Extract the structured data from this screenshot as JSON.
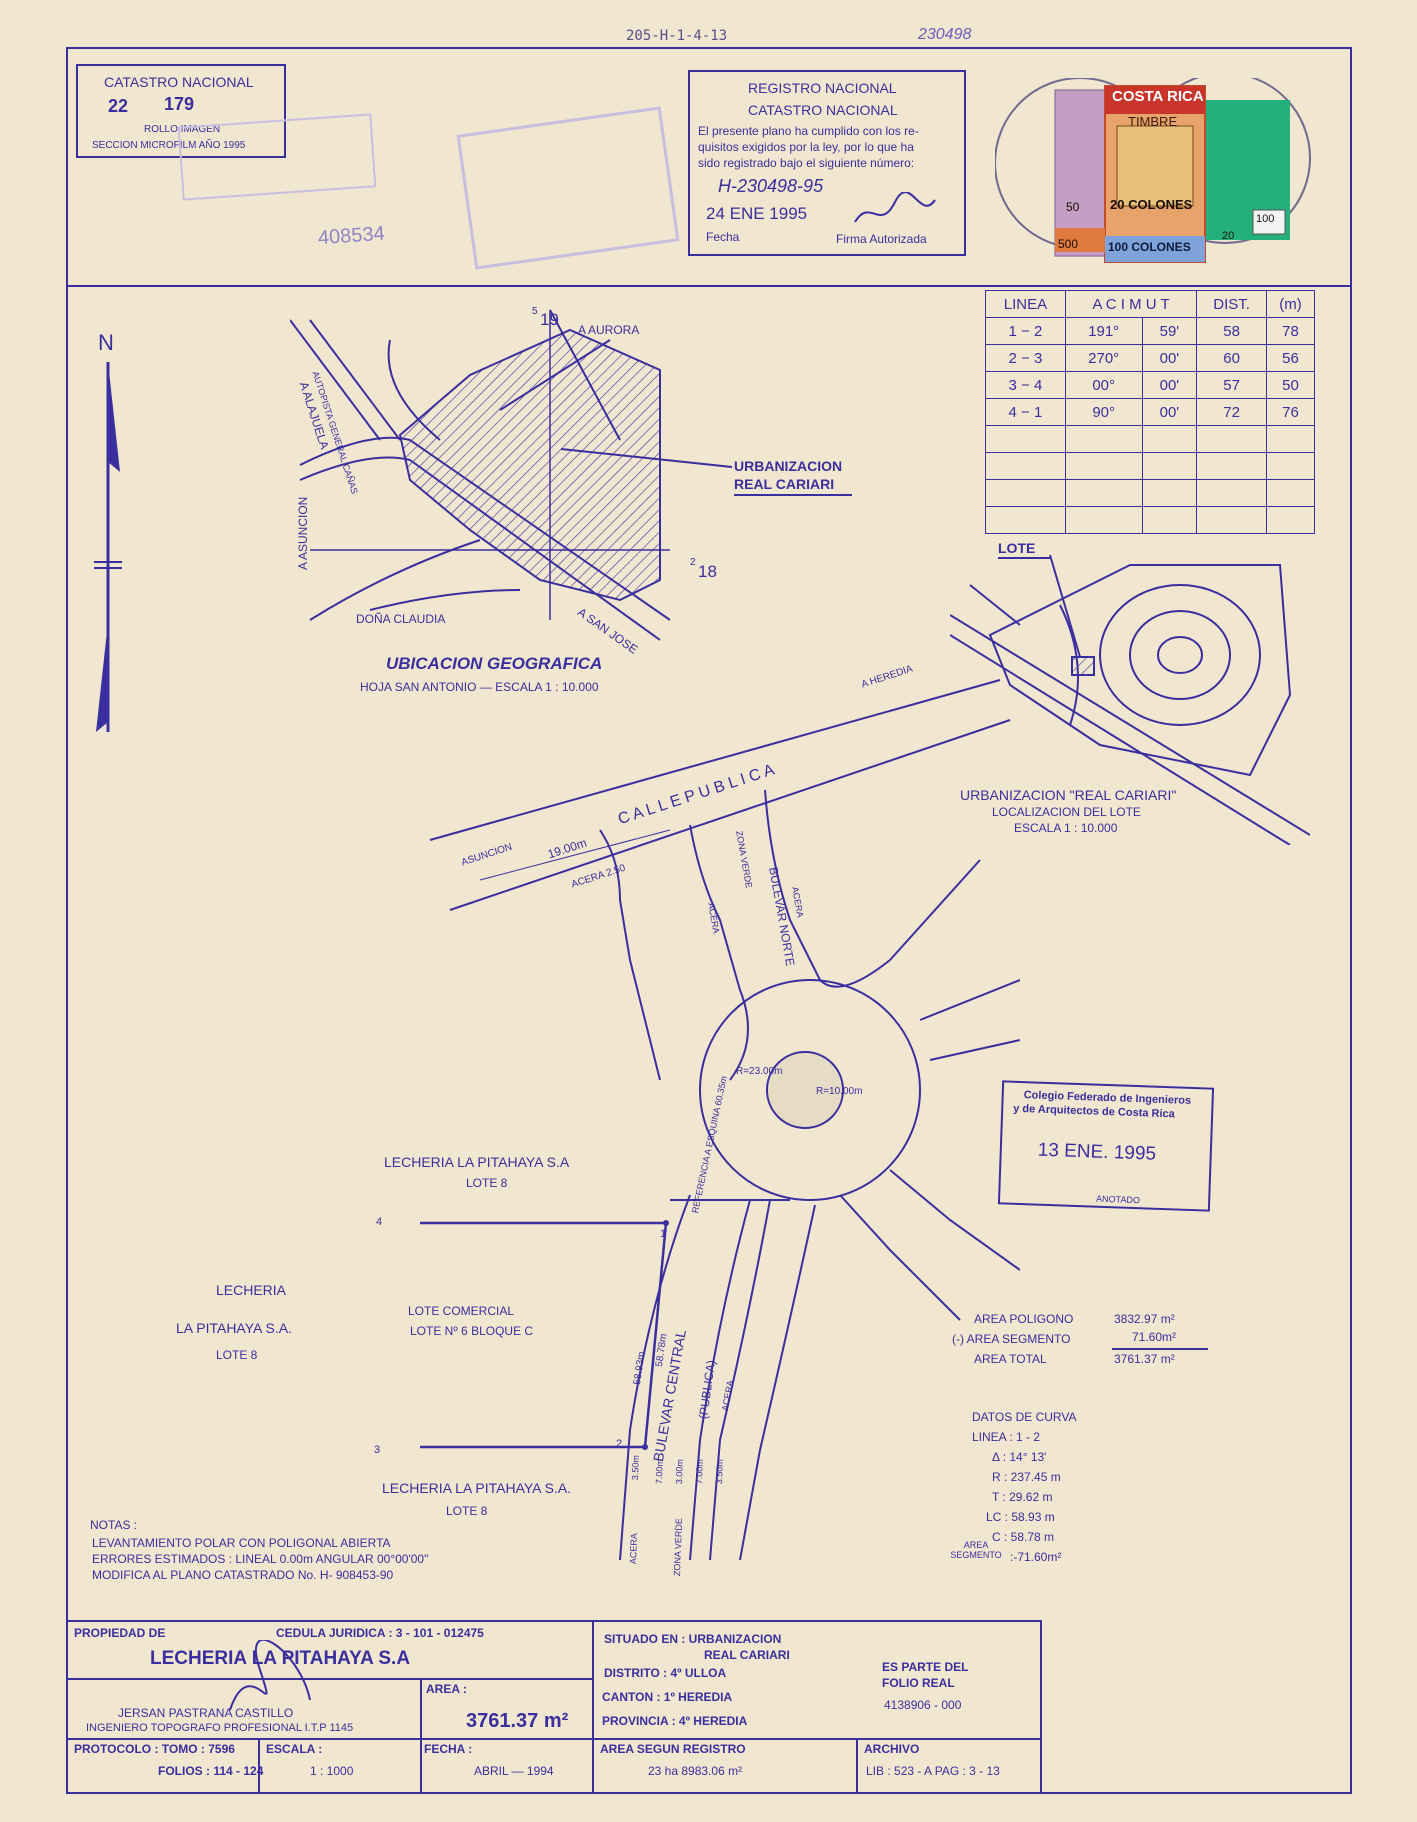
{
  "header": {
    "file_code": "205-H-1-4-13",
    "handwritten_number": "230498"
  },
  "catastro_box": {
    "title": "CATASTRO NACIONAL",
    "roll": "22",
    "image": "179",
    "line1": "ROLLO IMAGEN",
    "line2": "SECCION MICROFILM AÑO 1995"
  },
  "registro_stamp": {
    "title1": "REGISTRO NACIONAL",
    "title2": "CATASTRO NACIONAL",
    "body1": "El presente plano ha cumplido con los re-",
    "body2": "quisitos exigidos por la ley, por lo que ha",
    "body3": "sido registrado bajo el siguiente número:",
    "number": "H-230498-95",
    "date": "24 ENE 1995",
    "fecha_label": "Fecha",
    "firma_label": "Firma Autorizada"
  },
  "faded_stamp_number": "408534",
  "stamps": {
    "costa_rica": "COSTA RICA",
    "timbre": "TIMBRE",
    "colones20": "20 COLONES",
    "colones100": "100 COLONES",
    "value50": "50",
    "value500": "500",
    "value100": "100",
    "value20": "20"
  },
  "azimuth_table": {
    "headers": [
      "LINEA",
      "A C I M U T",
      "DIST.",
      "(m)"
    ],
    "rows": [
      [
        "1 − 2",
        "191°",
        "59'",
        "58",
        "78"
      ],
      [
        "2 − 3",
        "270°",
        "00'",
        "60",
        "56"
      ],
      [
        "3 − 4",
        "00°",
        "00'",
        "57",
        "50"
      ],
      [
        "4 − 1",
        "90°",
        "00'",
        "72",
        "76"
      ]
    ]
  },
  "north_label": "N",
  "location_map": {
    "label_alajuela": "A ALAJUELA",
    "label_autopista": "AUTOPISTA GENERAL CAÑAS",
    "label_aurora": "A AURORA",
    "label_asuncion": "A ASUNCION",
    "label_dona_claudia": "DOÑA CLAUDIA",
    "label_san_jose": "A SAN JOSE",
    "coord_top": "19",
    "coord_top_prefix": "5",
    "coord_right": "18",
    "coord_right_prefix": "2",
    "urbanizacion1": "URBANIZACION",
    "urbanizacion2": "REAL CARIARI",
    "title": "UBICACION GEOGRAFICA",
    "subtitle": "HOJA SAN ANTONIO    —    ESCALA 1 : 10.000"
  },
  "lot_location": {
    "lote_label": "LOTE",
    "title1": "URBANIZACION  \"REAL CARIARI\"",
    "title2": "LOCALIZACION  DEL  LOTE",
    "title3": "ESCALA 1 : 10.000"
  },
  "plan": {
    "a_heredia": "A HEREDIA",
    "calle_publica": "C A L L E     P U B L I C A",
    "asuncion": "ASUNCION",
    "width_19": "19.00m",
    "acera_250": "ACERA  2.50",
    "zona_verde": "ZONA VERDE",
    "bulevar_norte": "BULEVAR NORTE",
    "acera": "ACERA",
    "radius_23": "R=23.00m",
    "radius_10": "R=10.00m",
    "referencia": "REFERENCIA A ESQUINA 60.35m",
    "owner_top1": "LECHERIA  LA PITAHAYA  S.A",
    "owner_top2": "LOTE  8",
    "owner_left1": "LECHERIA",
    "owner_left2": "LA PITAHAYA  S.A.",
    "owner_left3": "LOTE  8",
    "owner_bottom1": "LECHERIA  LA PITAHAYA  S.A.",
    "owner_bottom2": "LOTE  8",
    "lote_comercial1": "LOTE  COMERCIAL",
    "lote_comercial2": "LOTE  Nº 6   BLOQUE C",
    "bulevar_central": "BULEVAR  CENTRAL",
    "publica": "(PUBLICA)",
    "dist_5893": "58.93m",
    "dist_5878": "58.78m",
    "dim_350": "3.50m",
    "dim_700": "7.00m",
    "dim_300": "3.00m",
    "zona_verde_bottom": "ZONA VERDE",
    "vertex1": "1",
    "vertex2": "2",
    "vertex3": "3",
    "vertex4": "4"
  },
  "areas": {
    "poligono_label": "AREA  POLIGONO",
    "poligono_value": "3832.97 m²",
    "segmento_label": "(-) AREA  SEGMENTO",
    "segmento_value": "71.60m²",
    "total_label": "AREA  TOTAL",
    "total_value": "3761.37 m²"
  },
  "curve_data": {
    "title": "DATOS  DE  CURVA",
    "linea": "LINEA :  1 - 2",
    "delta": "Δ  :  14°  13'",
    "r": "R  :  237.45 m",
    "t": "T  :  29.62 m",
    "lc": "LC  :  58.93 m",
    "c": "C  :  58.78 m",
    "area_segmento_label": "AREA SEGMENTO",
    "area_segmento_value": ":-71.60m²"
  },
  "cfia_stamp": {
    "line1": "Colegio Federado de Ingenieros",
    "line2": "y de Arquitectos de Costa Rica",
    "date": "13 ENE. 1995",
    "anotado": "ANOTADO"
  },
  "notes": {
    "title": "NOTAS :",
    "line1": "LEVANTAMIENTO POLAR CON POLIGONAL ABIERTA",
    "line2": "ERRORES  ESTIMADOS : LINEAL  0.00m    ANGULAR 00°00'00\"",
    "line3": "MODIFICA AL PLANO CATASTRADO No. H- 908453-90"
  },
  "title_block": {
    "propiedad_label": "PROPIEDAD DE",
    "cedula": "CEDULA JURIDICA :  3 - 101 - 012475",
    "owner": "LECHERIA  LA PITAHAYA  S.A",
    "engineer": "JERSAN  PASTRANA  CASTILLO",
    "engineer_title": "INGENIERO  TOPOGRAFO  PROFESIONAL  I.T.P  1145",
    "area_label": "AREA :",
    "area_value": "3761.37 m²",
    "situado": "SITUADO  EN :  URBANIZACION",
    "situado2": "REAL  CARIARI",
    "distrito": "DISTRITO :  4º ULLOA",
    "canton": "CANTON :  1º HEREDIA",
    "provincia": "PROVINCIA :  4º HEREDIA",
    "es_parte1": "ES PARTE DEL",
    "es_parte2": "FOLIO REAL",
    "folio": "4138906 - 000",
    "protocolo": "PROTOCOLO :  TOMO :  7596",
    "folios": "FOLIOS : 114 - 124",
    "escala_label": "ESCALA :",
    "escala_value": "1 : 1000",
    "fecha_label": "FECHA :",
    "fecha_value": "ABRIL  —  1994",
    "area_registro_label": "AREA  SEGUN  REGISTRO",
    "area_registro_value": "23  ha  8983.06  m²",
    "archivo_label": "ARCHIVO",
    "archivo_value": "LIB : 523 - A    PAG :  3 - 13"
  }
}
